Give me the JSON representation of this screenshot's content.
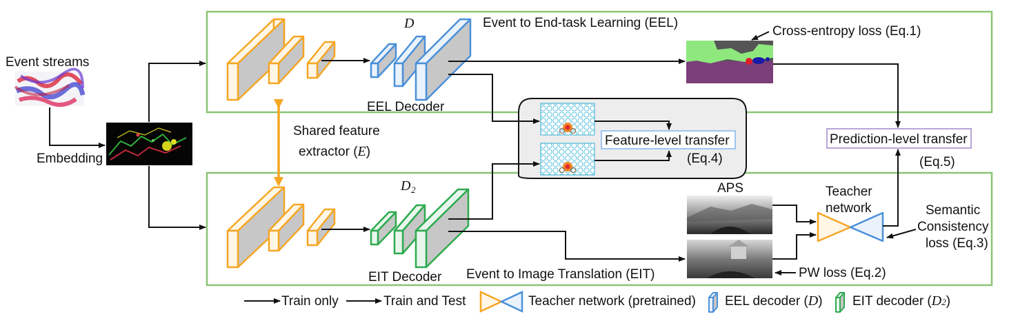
{
  "labels": {
    "event_streams": "Event streams",
    "embedding": "Embedding",
    "shared_feature_1": "Shared feature",
    "shared_feature_2": "extractor (",
    "shared_feature_sym": "E",
    "shared_feature_close": ")",
    "decoder_symbol_D": "D",
    "decoder_symbol_D2": "D",
    "decoder_symbol_D2_sub": "2",
    "eel_title": "Event to End-task Learning (EEL)",
    "eit_title": "Event to Image Translation (EIT)",
    "eel_decoder": "EEL Decoder",
    "eit_decoder": "EIT Decoder",
    "cross_entropy": "Cross-entropy loss (Eq.1)",
    "feature_transfer": "Feature-level transfer",
    "feature_eq": "(Eq.4)",
    "prediction_transfer": "Prediction-level transfer",
    "prediction_eq": "(Eq.5)",
    "aps": "APS",
    "teacher_1": "Teacher",
    "teacher_2": "network",
    "semantic_1": "Semantic",
    "semantic_2": "Consistency",
    "semantic_3": "loss (Eq.3)",
    "pw_loss": "PW loss (Eq.2)"
  },
  "legend": {
    "train_only": "Train only",
    "train_test": "Train and Test",
    "teacher": "Teacher network (pretrained)",
    "eel_decoder_prefix": "EEL decoder (",
    "eel_decoder_sym": "D",
    "eel_decoder_suffix": ")",
    "eit_decoder_prefix": "EIT decoder (",
    "eit_decoder_sym": "D",
    "eit_decoder_sub": "2",
    "eit_decoder_suffix": ")"
  },
  "colors": {
    "encoder": "#F5A623",
    "eel_decoder": "#4A90D9",
    "eit_decoder": "#2EAA4F",
    "panel_border": "#8BC474",
    "feature_box_border": "#9EC5F0",
    "prediction_box_border": "#B7A6D8",
    "seg_green": "#8EE87E",
    "seg_purple": "#7B3F7A",
    "seg_gray": "#555555"
  }
}
